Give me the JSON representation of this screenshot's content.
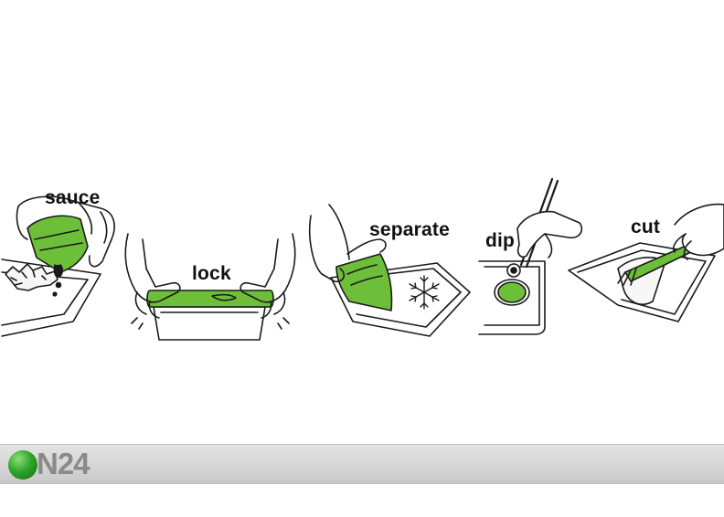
{
  "steps": [
    {
      "label": "sauce"
    },
    {
      "label": "lock"
    },
    {
      "label": "separate"
    },
    {
      "label": "dip"
    },
    {
      "label": "cut"
    }
  ],
  "brand": {
    "text": "N24",
    "accent_color": "#3aa532",
    "text_color": "#8a8a8a"
  },
  "colors": {
    "lid_green": "#6dbf3a",
    "outline": "#1a1a1a"
  }
}
